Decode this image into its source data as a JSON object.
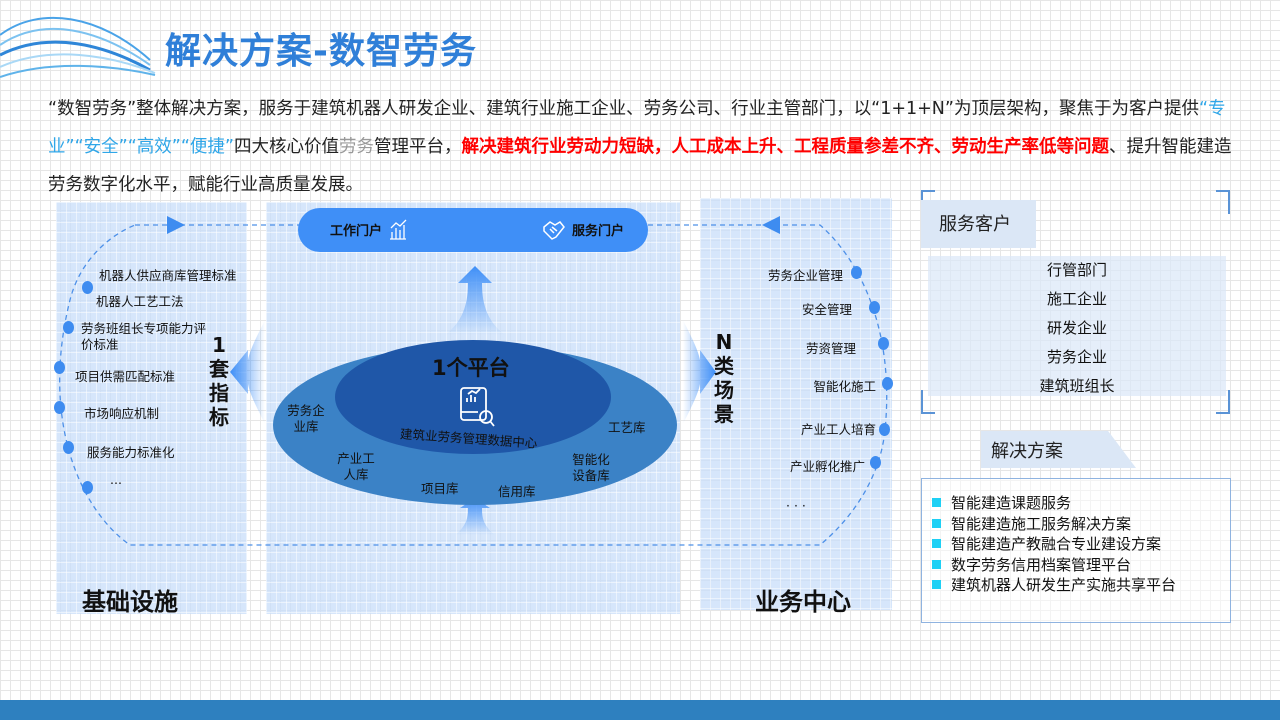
{
  "title": "解决方案-数智劳务",
  "intro": {
    "p1": "“数智劳务”整体解决方案，服务于建筑机器人研发企业、建筑行业施工企业、劳务公司、行业主管部门，以“1+1+N”为顶层架构，聚焦于为客户提供",
    "v1": "“专业”",
    "v2": "“安全”",
    "v3": "“高效”",
    "v4": "“便捷”",
    "p2": "四大核心价值",
    "p3": "劳务",
    "p4": "管理平台，",
    "red": "解决建筑行业劳动力短缺，人工成本上升、工程质量参差不齐、劳动生产率低等问题",
    "p5": "、提升智能建造劳务数字化水平，赋能行业高质量发展。"
  },
  "left": {
    "items": [
      "机器人供应商库管理标准",
      "机器人工艺工法",
      "劳务班组长专项能力评价标准",
      "项目供需匹配标准",
      "市场响应机制",
      "服务能力标准化",
      "..."
    ],
    "vertical": [
      "1",
      "套",
      "指",
      "标"
    ],
    "footer": "基础设施"
  },
  "center": {
    "portal_work": "工作门户",
    "portal_service": "服务门户",
    "platform": "1个平台",
    "data_center": "建筑业劳务管理数据中心",
    "libs": [
      "劳务企业库",
      "工艺库",
      "产业工人库",
      "智能化设备库",
      "项目库",
      "信用库"
    ]
  },
  "right": {
    "items": [
      "劳务企业管理",
      "安全管理",
      "劳资管理",
      "智能化施工",
      "产业工人培育",
      "产业孵化推广",
      "· · ·"
    ],
    "vertical": [
      "N",
      "类",
      "场",
      "景"
    ],
    "footer": "业务中心"
  },
  "customers": {
    "heading": "服务客户",
    "items": [
      "行管部门",
      "施工企业",
      "研发企业",
      "劳务企业",
      "建筑班组长"
    ]
  },
  "solutions": {
    "heading": "解决方案",
    "items": [
      "智能建造课题服务",
      "智能建造施工服务解决方案",
      "智能建造产教融合专业建设方案",
      "数字劳务信用档案管理平台",
      "建筑机器人研发生产实施共享平台"
    ]
  }
}
